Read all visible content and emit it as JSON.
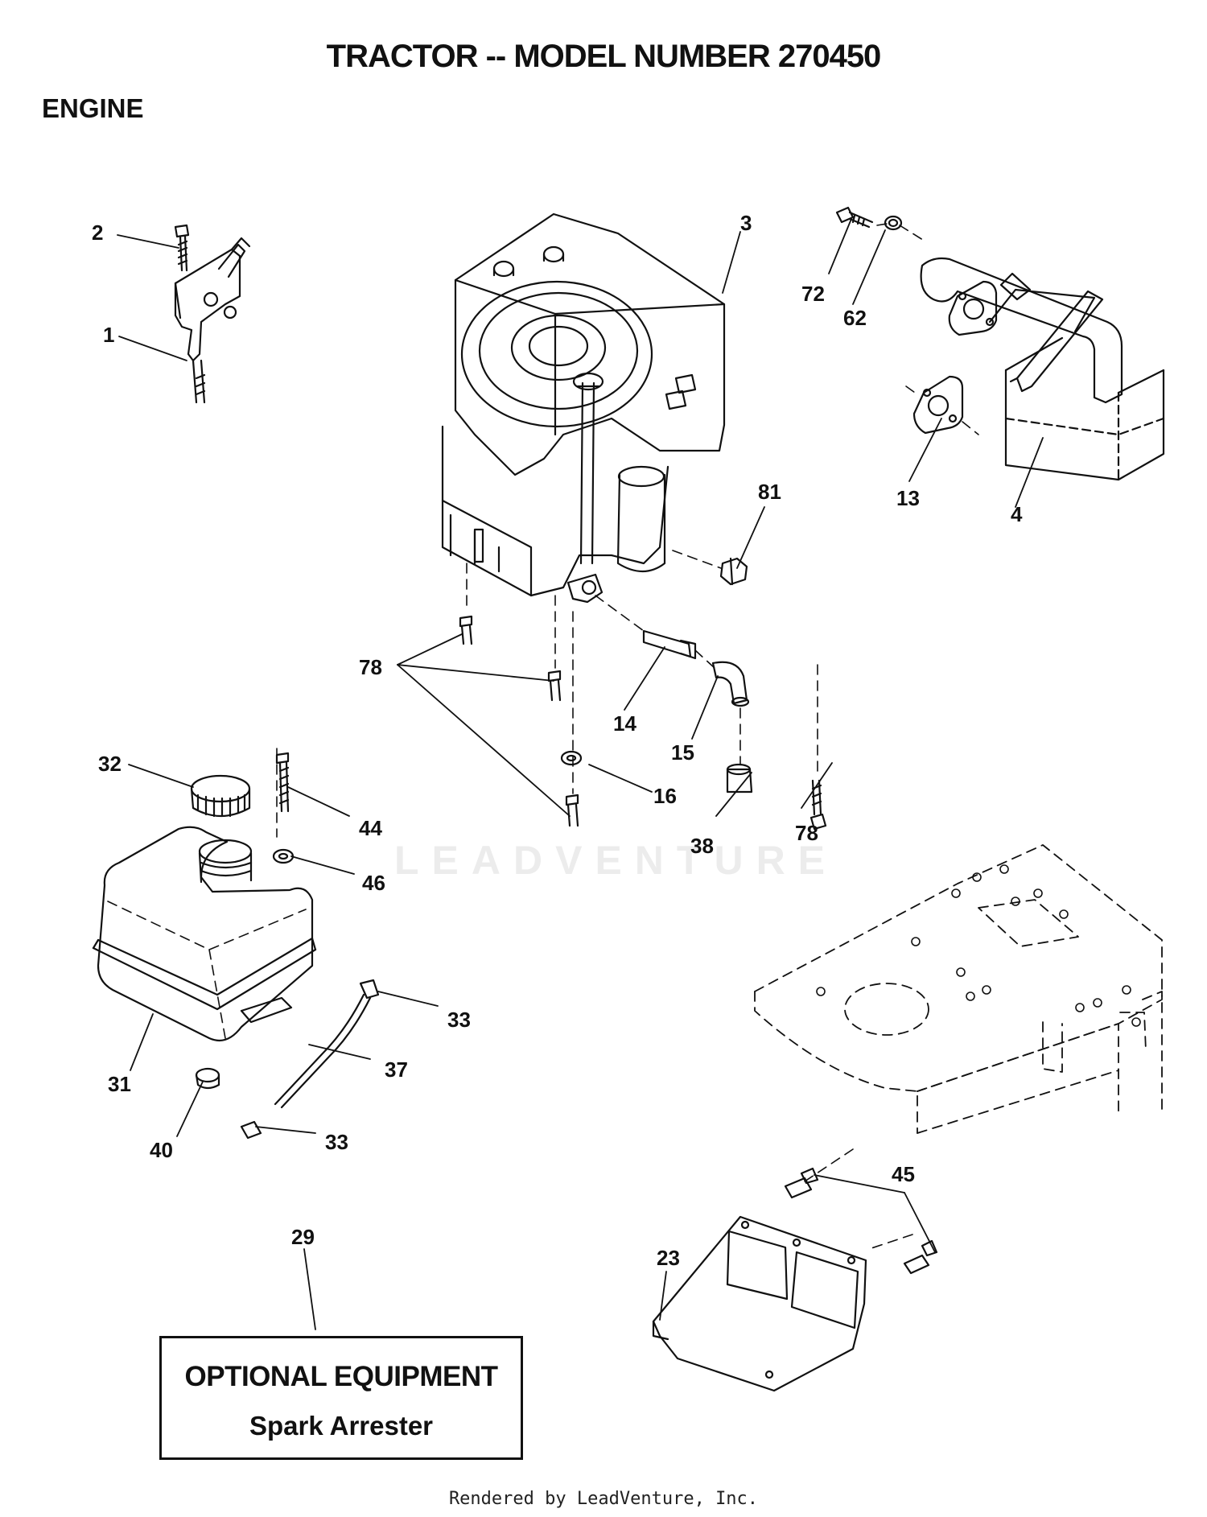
{
  "header": {
    "title": "TRACTOR -- MODEL NUMBER 270450",
    "section": "ENGINE"
  },
  "watermark": "LEADVENTURE",
  "callouts": {
    "c1": "1",
    "c2": "2",
    "c3": "3",
    "c4": "4",
    "c13": "13",
    "c14": "14",
    "c15": "15",
    "c16": "16",
    "c23": "23",
    "c29": "29",
    "c31": "31",
    "c32": "32",
    "c33a": "33",
    "c33b": "33",
    "c37": "37",
    "c38": "38",
    "c40": "40",
    "c44": "44",
    "c45": "45",
    "c46": "46",
    "c62": "62",
    "c72": "72",
    "c78a": "78",
    "c78b": "78",
    "c81": "81"
  },
  "optional": {
    "heading": "OPTIONAL EQUIPMENT",
    "item": "Spark Arrester"
  },
  "footer": "Rendered by LeadVenture, Inc."
}
